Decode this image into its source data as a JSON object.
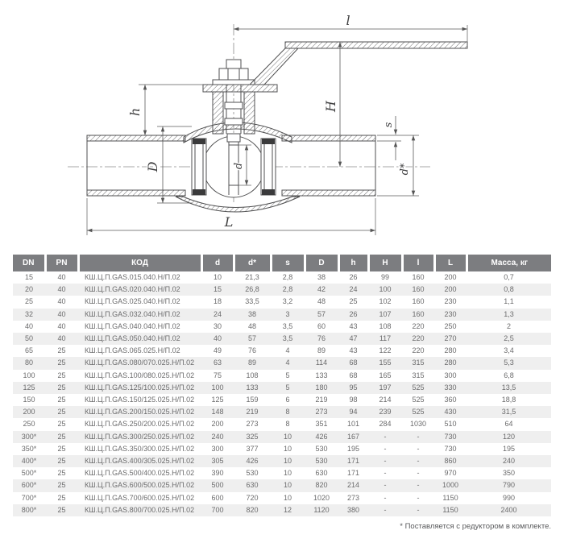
{
  "diagram": {
    "dimension_labels": {
      "l": "l",
      "H": "H",
      "h": "h",
      "D": "D",
      "d": "d",
      "s": "s",
      "d_star": "d*",
      "L": "L"
    }
  },
  "table": {
    "headers": [
      "DN",
      "PN",
      "КОД",
      "d",
      "d*",
      "s",
      "D",
      "h",
      "H",
      "l",
      "L",
      "Масса, кг"
    ],
    "rows": [
      [
        "15",
        "40",
        "КШ.Ц.П.GAS.015.040.Н/П.02",
        "10",
        "21,3",
        "2,8",
        "38",
        "26",
        "99",
        "160",
        "200",
        "0,7"
      ],
      [
        "20",
        "40",
        "КШ.Ц.П.GAS.020.040.Н/П.02",
        "15",
        "26,8",
        "2,8",
        "42",
        "24",
        "100",
        "160",
        "200",
        "0,8"
      ],
      [
        "25",
        "40",
        "КШ.Ц.П.GAS.025.040.Н/П.02",
        "18",
        "33,5",
        "3,2",
        "48",
        "25",
        "102",
        "160",
        "230",
        "1,1"
      ],
      [
        "32",
        "40",
        "КШ.Ц.П.GAS.032.040.Н/П.02",
        "24",
        "38",
        "3",
        "57",
        "26",
        "107",
        "160",
        "230",
        "1,3"
      ],
      [
        "40",
        "40",
        "КШ.Ц.П.GAS.040.040.Н/П.02",
        "30",
        "48",
        "3,5",
        "60",
        "43",
        "108",
        "220",
        "250",
        "2"
      ],
      [
        "50",
        "40",
        "КШ.Ц.П.GAS.050.040.Н/П.02",
        "40",
        "57",
        "3,5",
        "76",
        "47",
        "117",
        "220",
        "270",
        "2,5"
      ],
      [
        "65",
        "25",
        "КШ.Ц.П.GAS.065.025.Н/П.02",
        "49",
        "76",
        "4",
        "89",
        "43",
        "122",
        "220",
        "280",
        "3,4"
      ],
      [
        "80",
        "25",
        "КШ.Ц.П.GAS.080/070.025.Н/П.02",
        "63",
        "89",
        "4",
        "114",
        "68",
        "155",
        "315",
        "280",
        "5,3"
      ],
      [
        "100",
        "25",
        "КШ.Ц.П.GAS.100/080.025.Н/П.02",
        "75",
        "108",
        "5",
        "133",
        "68",
        "165",
        "315",
        "300",
        "6,8"
      ],
      [
        "125",
        "25",
        "КШ.Ц.П.GAS.125/100.025.Н/П.02",
        "100",
        "133",
        "5",
        "180",
        "95",
        "197",
        "525",
        "330",
        "13,5"
      ],
      [
        "150",
        "25",
        "КШ.Ц.П.GAS.150/125.025.Н/П.02",
        "125",
        "159",
        "6",
        "219",
        "98",
        "214",
        "525",
        "360",
        "18,8"
      ],
      [
        "200",
        "25",
        "КШ.Ц.П.GAS.200/150.025.Н/П.02",
        "148",
        "219",
        "8",
        "273",
        "94",
        "239",
        "525",
        "430",
        "31,5"
      ],
      [
        "250",
        "25",
        "КШ.Ц.П.GAS.250/200.025.Н/П.02",
        "200",
        "273",
        "8",
        "351",
        "101",
        "284",
        "1030",
        "510",
        "64"
      ],
      [
        "300*",
        "25",
        "КШ.Ц.П.GAS.300/250.025.Н/П.02",
        "240",
        "325",
        "10",
        "426",
        "167",
        "-",
        "-",
        "730",
        "120"
      ],
      [
        "350*",
        "25",
        "КШ.Ц.П.GAS.350/300.025.Н/П.02",
        "300",
        "377",
        "10",
        "530",
        "195",
        "-",
        "-",
        "730",
        "195"
      ],
      [
        "400*",
        "25",
        "КШ.Ц.П.GAS.400/305.025.Н/П.02",
        "305",
        "426",
        "10",
        "530",
        "171",
        "-",
        "-",
        "860",
        "240"
      ],
      [
        "500*",
        "25",
        "КШ.Ц.П.GAS.500/400.025.Н/П.02",
        "390",
        "530",
        "10",
        "630",
        "171",
        "-",
        "-",
        "970",
        "350"
      ],
      [
        "600*",
        "25",
        "КШ.Ц.П.GAS.600/500.025.Н/П.02",
        "500",
        "630",
        "10",
        "820",
        "214",
        "-",
        "-",
        "1000",
        "790"
      ],
      [
        "700*",
        "25",
        "КШ.Ц.П.GAS.700/600.025.Н/П.02",
        "600",
        "720",
        "10",
        "1020",
        "273",
        "-",
        "-",
        "1150",
        "990"
      ],
      [
        "800*",
        "25",
        "КШ.Ц.П.GAS.800/700.025.Н/П.02",
        "700",
        "820",
        "12",
        "1120",
        "380",
        "-",
        "-",
        "1150",
        "2400"
      ]
    ],
    "footnote": "* Поставляется с редуктором в комплекте."
  },
  "colors": {
    "header_bg": "#7c7d80",
    "row_alt": "#efefef",
    "table_text": "#6b6b6c",
    "drawing_line": "#4f4f50"
  }
}
